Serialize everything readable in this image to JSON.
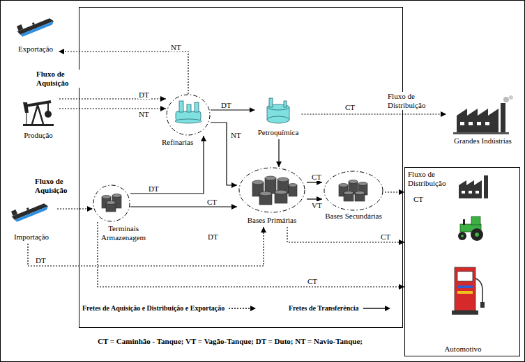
{
  "diagram": {
    "nodes": [
      {
        "text": [
          "Exportação"
        ]
      },
      {
        "text": [
          "Produção"
        ]
      },
      {
        "text": [
          "Refinarias"
        ]
      },
      {
        "text": [
          "Petroquímica"
        ]
      },
      {
        "text": [
          "Grandes Indústrias"
        ]
      },
      {
        "text": [
          "Importação"
        ]
      },
      {
        "text": [
          "Terminais Armazenagem"
        ]
      },
      {
        "text": [
          "Bases Primárias"
        ]
      },
      {
        "text": [
          "Bases Secundárias"
        ]
      },
      {
        "text": [
          "Automotivo"
        ]
      }
    ],
    "edges": [
      {
        "from": 2,
        "to": 0,
        "label": "NT",
        "arrow": "to"
      },
      {
        "from": 1,
        "to": 2,
        "label": "DT",
        "arrow": "to"
      },
      {
        "from": 1,
        "to": 2,
        "label": "NT",
        "arrow": "to"
      },
      {
        "from": 5,
        "to": 6,
        "arrow": "to"
      },
      {
        "from": 6,
        "to": 2,
        "label": "DT",
        "arrow": "to"
      },
      {
        "from": 6,
        "to": 7,
        "label": "CT",
        "arrow": "to"
      },
      {
        "from": 2,
        "to": 3,
        "label": "DT",
        "arrow": "to"
      },
      {
        "from": 2,
        "to": 7,
        "label": "NT",
        "arrow": "to"
      },
      {
        "from": 3,
        "to": 7,
        "arrow": "to"
      },
      {
        "from": 3,
        "to": 4,
        "label": "CT",
        "arrow": "to"
      },
      {
        "from": 7,
        "to": 8,
        "label": "CT",
        "arrow": "to"
      },
      {
        "from": 7,
        "to": 8,
        "label": "VT",
        "arrow": "to"
      },
      {
        "from": 8,
        "to": 9,
        "label": "CT",
        "arrow": "to"
      },
      {
        "from": 7,
        "to": 9,
        "label": "CT",
        "arrow": "to"
      },
      {
        "from": 5,
        "to": 7,
        "label": "DT",
        "arrow": "to"
      },
      {
        "from": 6,
        "to": 9,
        "label": "CT",
        "arrow": "to"
      }
    ],
    "labels": [
      "Fluxo de Aquisição",
      "Fluxo de Distribuição",
      "Fluxo de Aquisição",
      "Fluxo de Distribuição",
      "DT",
      "CT = Caminhão - Tanque; VT = Vagão-Tanque; DT = Duto; NT = Navio-Tanque;"
    ],
    "legend": [
      {
        "text": "Fretes de Aquisição e Distribuição e Exportação"
      },
      {
        "text": "Fretes de Transferência"
      }
    ]
  }
}
